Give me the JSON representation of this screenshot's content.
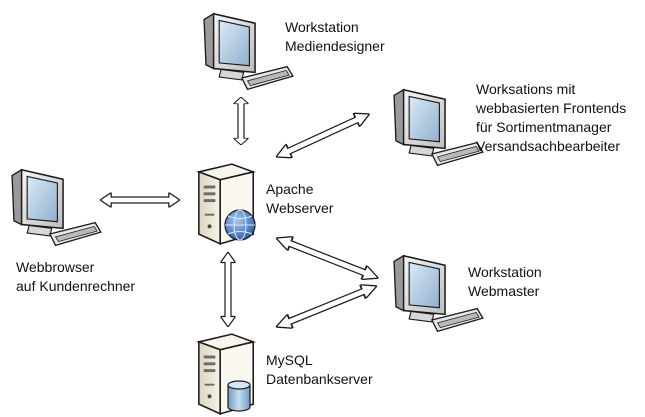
{
  "nodes": {
    "workstation_mediendesigner": {
      "lines": [
        "Workstation",
        "Mediendesigner"
      ]
    },
    "workstations_frontends": {
      "lines": [
        "Worksations mit",
        "webbasierten Frontends",
        "für Sortimentmanager",
        "Versandsachbearbeiter"
      ]
    },
    "webbrowser_kunde": {
      "lines": [
        "Webbrowser",
        "auf Kundenrechner"
      ]
    },
    "apache_webserver": {
      "lines": [
        "Apache",
        "Webserver"
      ]
    },
    "workstation_webmaster": {
      "lines": [
        "Workstation",
        "Webmaster"
      ]
    },
    "mysql_datenbankserver": {
      "lines": [
        "MySQL",
        "Datenbankserver"
      ]
    }
  },
  "colors": {
    "monitor_frame": "#e9e9e9",
    "screen": "#c9dbeb",
    "server_body": "#f0ece0",
    "globe": "#3b6fc4",
    "database": "#8fb8dc",
    "arrow": "#1a1a1a",
    "text": "#111111"
  }
}
